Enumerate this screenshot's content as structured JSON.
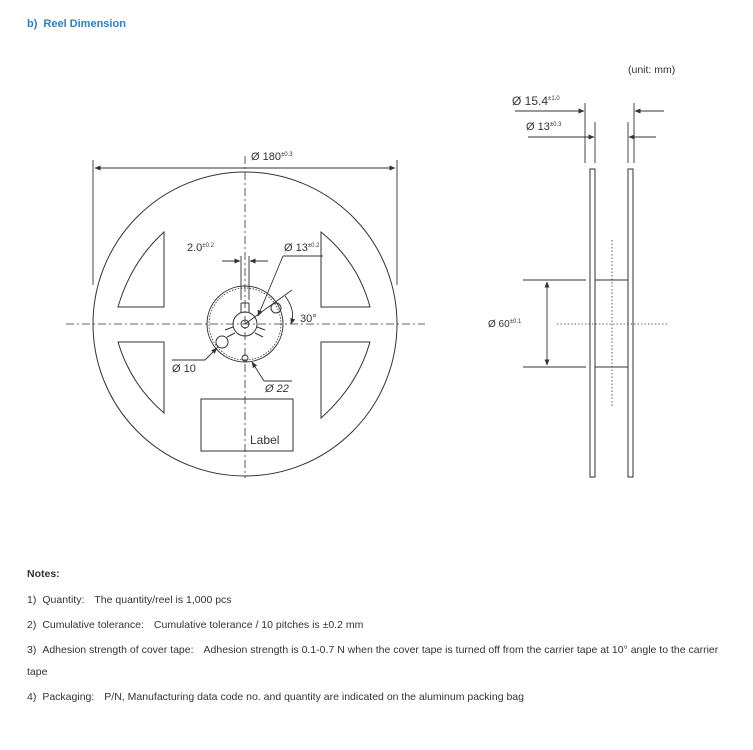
{
  "section": {
    "number": "b)",
    "title": "Reel Dimension"
  },
  "drawing": {
    "unit": "(unit: mm)",
    "dims": {
      "outer_diameter": "Ø 180",
      "outer_diameter_tol": "±0.3",
      "slot_width": "2.0",
      "slot_width_tol": "±0.2",
      "spindle_hole": "Ø 13",
      "spindle_hole_tol": "±0.2",
      "angle": "30°",
      "small_hole": "Ø 10",
      "hub_diameter": "Ø 22",
      "label_text": "Label",
      "side_width_outer": "Ø 15.4",
      "side_width_outer_tol": "±1.0",
      "side_width_inner": "Ø 13",
      "side_width_inner_tol": "±0.3",
      "hub_width": "Ø 60",
      "hub_width_tol": "±0.1"
    },
    "colors": {
      "line": "#333333",
      "title": "#2f7fc1"
    }
  },
  "notes": {
    "title": "Notes:",
    "items": [
      {
        "index": "1)",
        "label": "Quantity:",
        "text": "The quantity/reel is 1,000 pcs"
      },
      {
        "index": "2)",
        "label": "Cumulative tolerance:",
        "text": "Cumulative tolerance / 10 pitches is ±0.2 mm"
      },
      {
        "index": "3)",
        "label": "Adhesion strength of cover tape:",
        "text": "Adhesion strength is 0.1-0.7 N when the cover tape is turned off from the carrier tape at 10° angle to the carrier tape"
      },
      {
        "index": "4)",
        "label": "Packaging:",
        "text": "P/N, Manufacturing data code no. and quantity are indicated on the aluminum packing bag"
      }
    ]
  }
}
